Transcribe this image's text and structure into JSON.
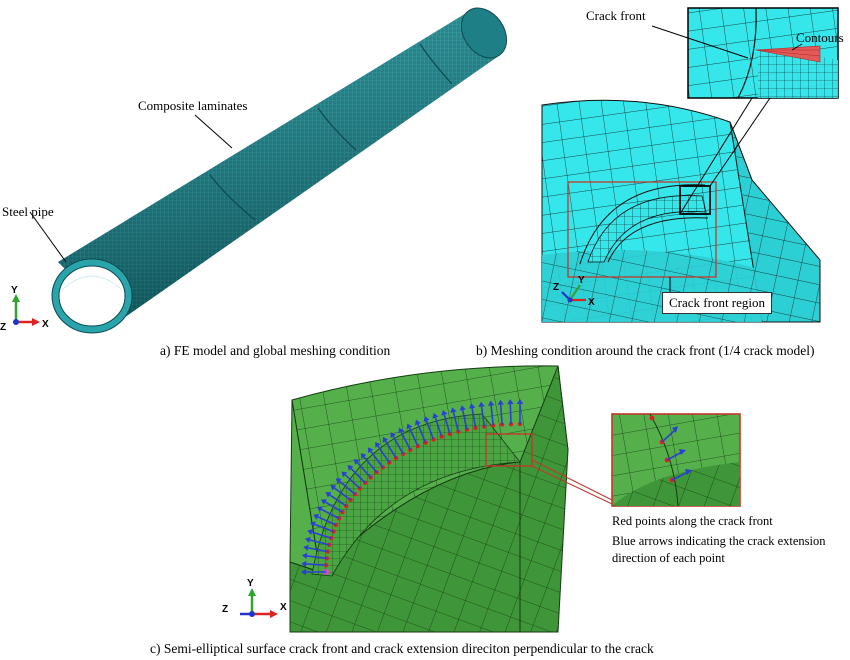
{
  "panel_a": {
    "caption": "a) FE model and global meshing condition",
    "label_composite": "Composite laminates",
    "label_steel": "Steel pipe",
    "triad": {
      "y": "Y",
      "z": "Z",
      "x": "X"
    }
  },
  "panel_b": {
    "caption": "b) Meshing condition around the crack front (1/4 crack model)",
    "label_crack_front": "Crack front",
    "label_contours": "Contours",
    "label_region": "Crack front region",
    "triad": {
      "z": "Z",
      "y": "Y",
      "x": "X"
    }
  },
  "panel_c": {
    "caption": "c) Semi-elliptical surface crack front and crack extension direciton perpendicular to the crack",
    "note_red": "Red points along the crack front",
    "note_blue": "Blue arrows indicating the crack extension direction of each point",
    "triad": {
      "y": "Y",
      "z": "Z",
      "x": "X"
    }
  },
  "colors": {
    "mesh_cyan": "#2fe3e8",
    "pipe_teal": "#1f7f86",
    "mesh_green": "#4fb04a",
    "crack_red": "#e02020",
    "arrow_blue": "#2a3fd6",
    "box_red": "#c0392b"
  }
}
